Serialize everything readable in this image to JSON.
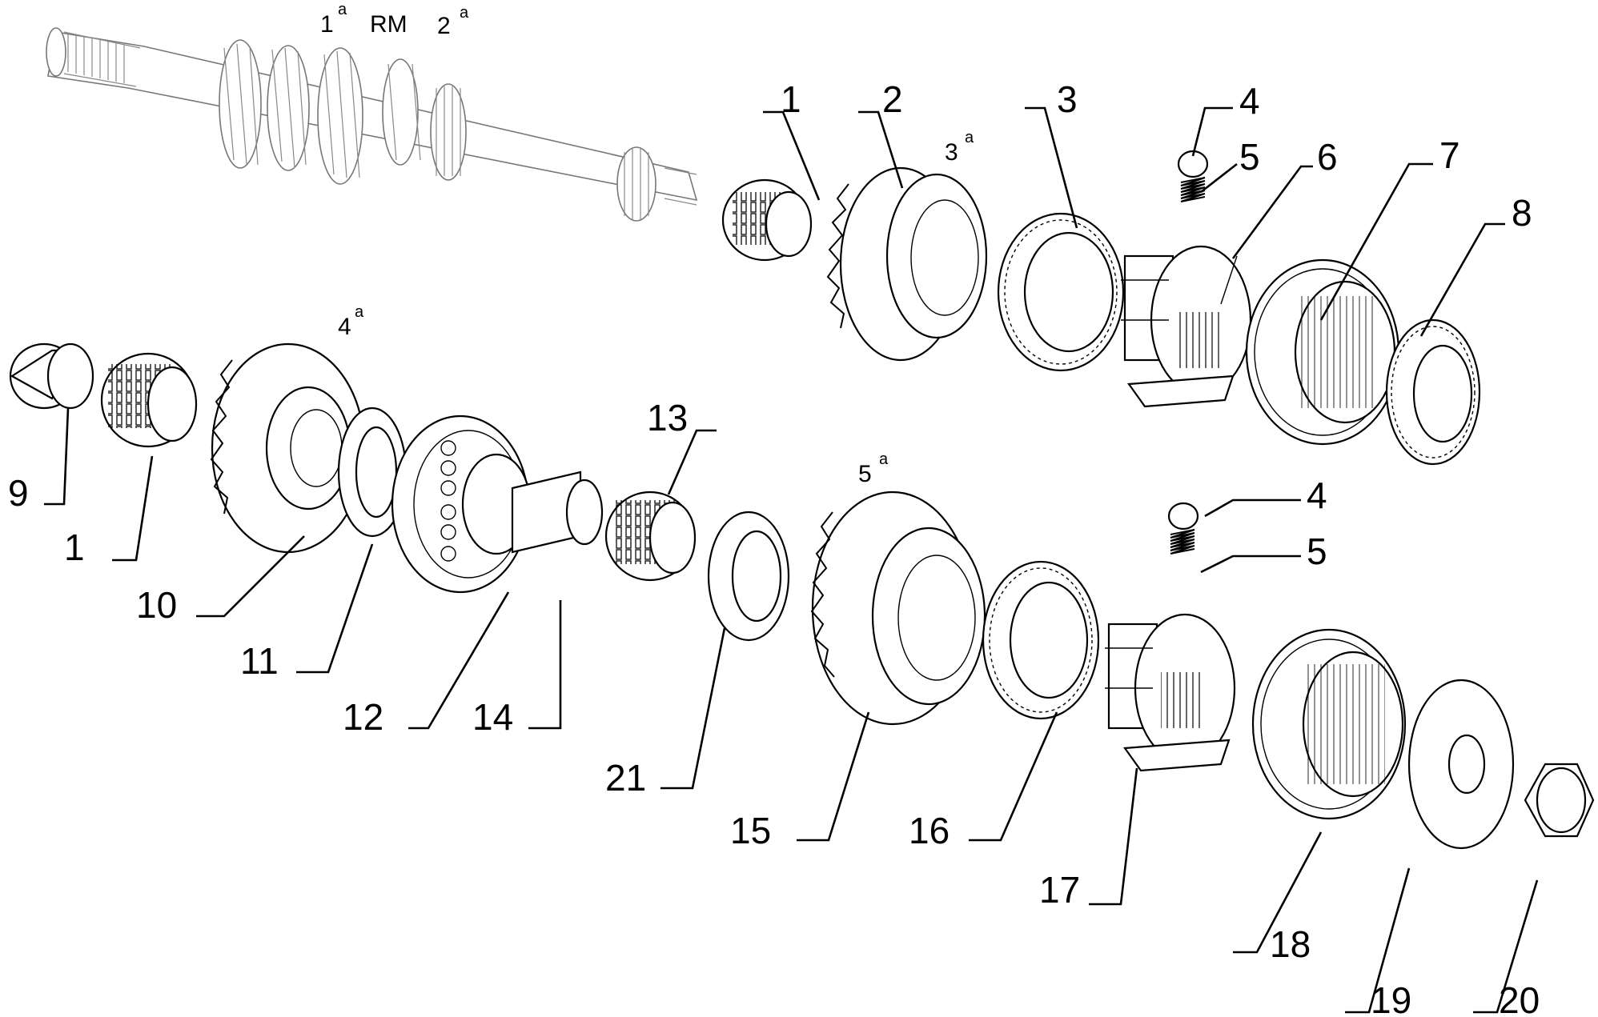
{
  "shaft_labels": {
    "first": "1",
    "first_sup": "a",
    "reverse": "RM",
    "second": "2",
    "second_sup": "a"
  },
  "gear_labels": {
    "third": "3",
    "third_sup": "a",
    "fourth": "4",
    "fourth_sup": "a",
    "fifth": "5",
    "fifth_sup": "a"
  },
  "callouts": {
    "c1_top": "1",
    "c2": "2",
    "c3": "3",
    "c4_top": "4",
    "c5_top": "5",
    "c6": "6",
    "c7": "7",
    "c8": "8",
    "c9": "9",
    "c1_bottom": "1",
    "c10": "10",
    "c11": "11",
    "c12": "12",
    "c13": "13",
    "c14": "14",
    "c21": "21",
    "c4_bottom": "4",
    "c5_bottom": "5",
    "c15": "15",
    "c16": "16",
    "c17": "17",
    "c18": "18",
    "c19": "19",
    "c20": "20"
  }
}
